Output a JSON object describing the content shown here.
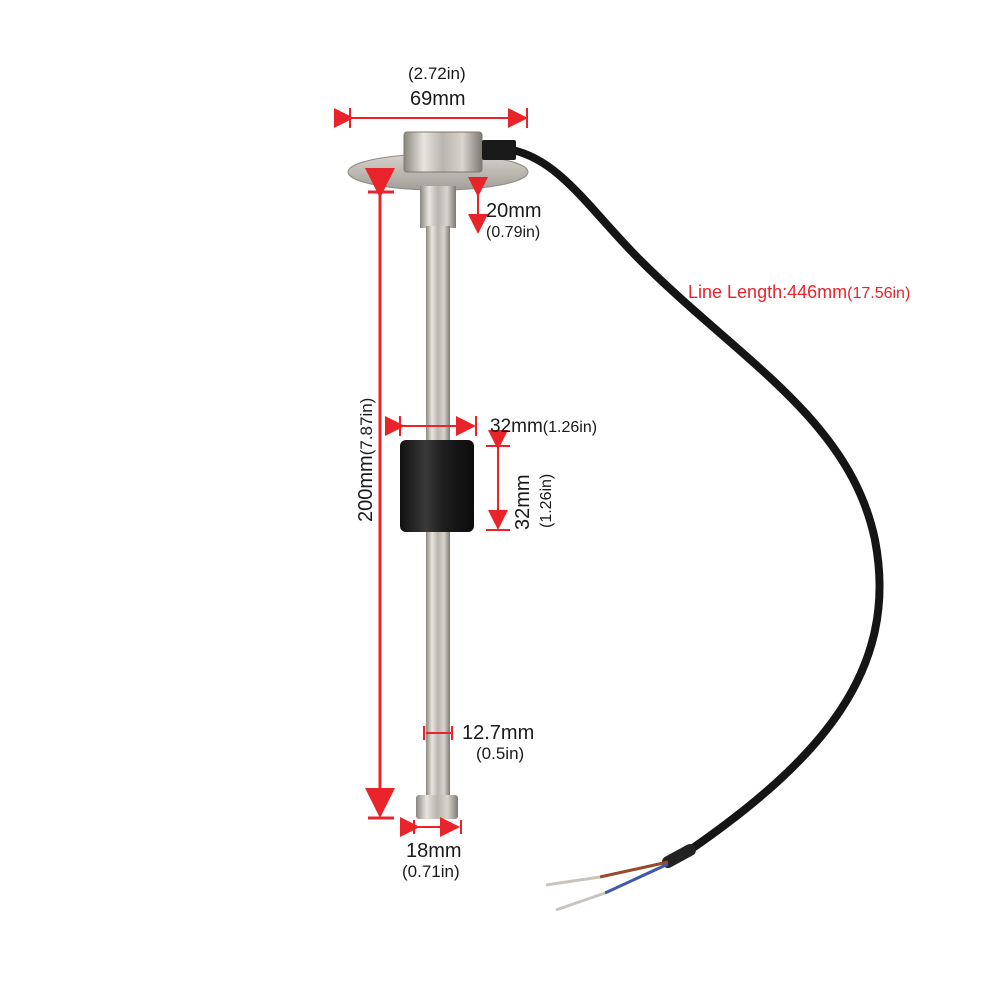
{
  "image": {
    "subject": "fuel level sensor",
    "background": "#ffffff",
    "dimension_color": "#e8232a",
    "text_color": "#1a1a1a"
  },
  "dimensions": {
    "flange_width": {
      "value": "69mm",
      "alt": "(2.72in)"
    },
    "neck_height": {
      "value": "20mm",
      "alt": "(0.79in)"
    },
    "line_length": {
      "label": "Line Length:",
      "value": "446mm",
      "alt": "(17.56in)"
    },
    "probe_length": {
      "value": "200mm",
      "alt": "(7.87in)"
    },
    "float_width": {
      "value": "32mm",
      "alt": "(1.26in)"
    },
    "float_height": {
      "value": "32mm",
      "alt": "(1.26in)"
    },
    "tube_diameter": {
      "value": "12.7mm",
      "alt": "(0.5in)"
    },
    "end_diameter": {
      "value": "18mm",
      "alt": "(0.71in)"
    }
  }
}
